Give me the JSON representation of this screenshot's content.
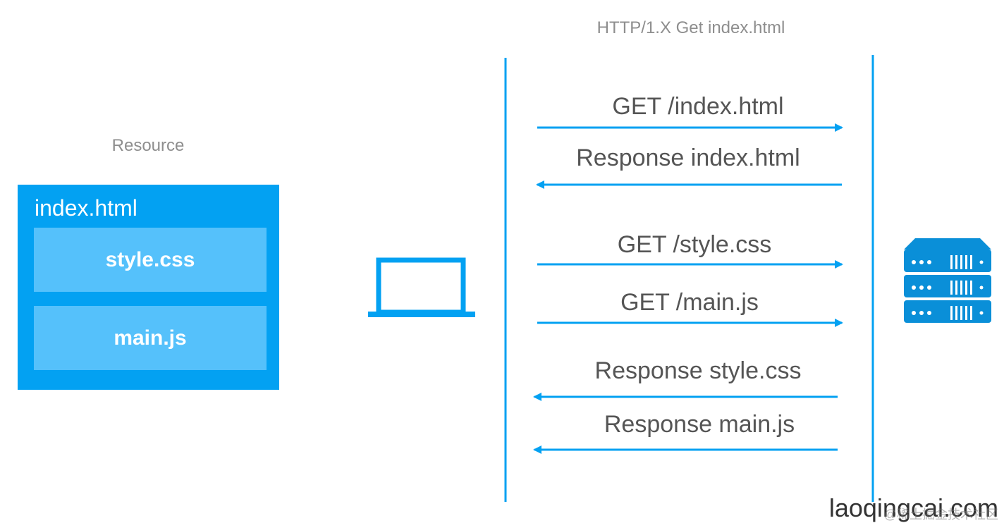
{
  "protocol_title": "HTTP/1.X  Get index.html",
  "resource": {
    "title": "Resource",
    "main_file": "index.html",
    "sub_files": [
      "style.css",
      "main.js"
    ]
  },
  "client_icon": "laptop-icon",
  "server_icon": "server-rack-icon",
  "messages": [
    {
      "label": "GET /index.html",
      "direction": "to-server"
    },
    {
      "label": "Response index.html",
      "direction": "to-client"
    },
    {
      "label": "GET /style.css",
      "direction": "to-server"
    },
    {
      "label": "GET /main.js",
      "direction": "to-server"
    },
    {
      "label": "Response style.css",
      "direction": "to-client"
    },
    {
      "label": "Response main.js",
      "direction": "to-client"
    }
  ],
  "watermark": "laoqingcai.com",
  "watermark_overlay": "@稀土掘金技术社区",
  "colors": {
    "accent": "#03a1f2",
    "accent_light": "#55c1fb",
    "label_gray": "#8e8e8e",
    "text_dark": "#555555"
  }
}
